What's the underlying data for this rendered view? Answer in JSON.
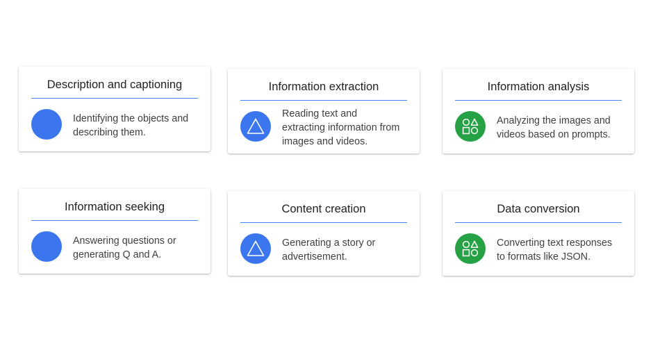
{
  "colors": {
    "blue": "#3b76ef",
    "green": "#26a146",
    "rule": "#4285f4",
    "title": "#202124",
    "text": "#3c4043"
  },
  "cards": [
    {
      "title": "Description and captioning",
      "icon": "blue-circle-icon",
      "description": "Identifying the objects and describing them."
    },
    {
      "title": "Information extraction",
      "icon": "triangle-icon",
      "description": "Reading text and extracting information from images and videos."
    },
    {
      "title": "Information analysis",
      "icon": "shapes-icon",
      "description": "Analyzing the images and videos based on prompts."
    },
    {
      "title": "Information seeking",
      "icon": "blue-circle-icon",
      "description": "Answering questions or generating Q and A."
    },
    {
      "title": "Content creation",
      "icon": "triangle-icon",
      "description": "Generating a story or advertisement."
    },
    {
      "title": "Data conversion",
      "icon": "shapes-icon",
      "description": "Converting text responses to formats like JSON."
    }
  ]
}
